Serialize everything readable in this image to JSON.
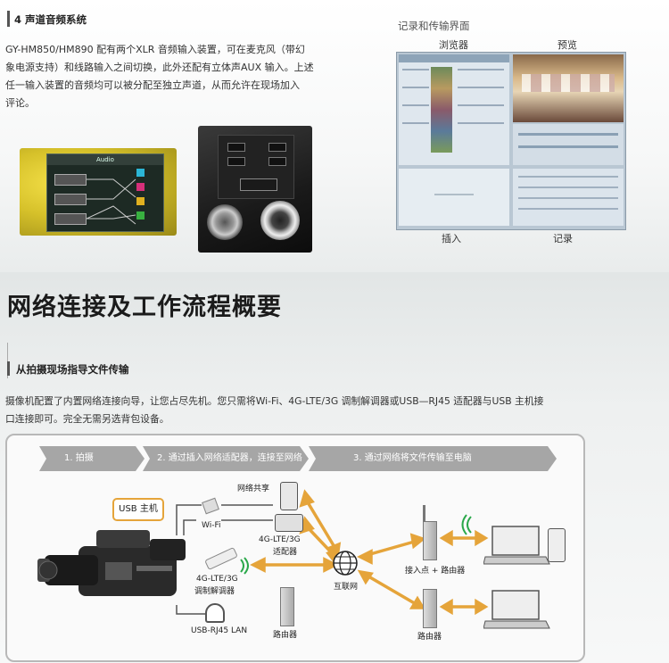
{
  "audio": {
    "title": "4 声道音频系统",
    "para_lines": [
      "GY-HM850/HM890 配有两个XLR 音频输入装置，可在麦克风（带幻",
      "象电源支持）和线路输入之间切换，此外还配有立体声AUX 输入。上述",
      "任一输入装置的音频均可以被分配至独立声道，从而允许在现场加入",
      "评论。"
    ],
    "audio_screen_title": "Audio"
  },
  "recording": {
    "title": "记录和传输界面",
    "labels": {
      "browser": "浏览器",
      "preview": "预览",
      "insert": "插入",
      "record": "记录"
    }
  },
  "network": {
    "heading": "网络连接及工作流程概要",
    "section_title": "从拍摄现场指导文件传输",
    "para_lines": [
      "摄像机配置了内置网络连接向导，让您占尽先机。您只需将Wi-Fi、4G-LTE/3G 调制解调器或USB—RJ45 适配器与USB 主机接",
      "口连接即可。完全无需另选背包设备。"
    ]
  },
  "diagram": {
    "steps": [
      "1. 拍摄",
      "2. 通过插入网络适配器，连接至网络",
      "3. 通过网络将文件传输至电脑"
    ],
    "usb_host": "USB 主机",
    "labels": {
      "sharing": "网络共享",
      "wifi": "Wi-Fi",
      "adapter_line1": "4G-LTE/3G",
      "adapter_line2": "适配器",
      "modem_line1": "4G-LTE/3G",
      "modem_line2": "调制解调器",
      "usb_lan": "USB-RJ45 LAN",
      "router_left": "路由器",
      "internet": "互联网",
      "ap_router": "接入点 + 路由器",
      "router_right": "路由器"
    },
    "colors": {
      "arrow": "#e5a43a",
      "step": "#a6a6a6",
      "usb_border": "#e5a43a",
      "wifi": "#2aa84a"
    }
  }
}
